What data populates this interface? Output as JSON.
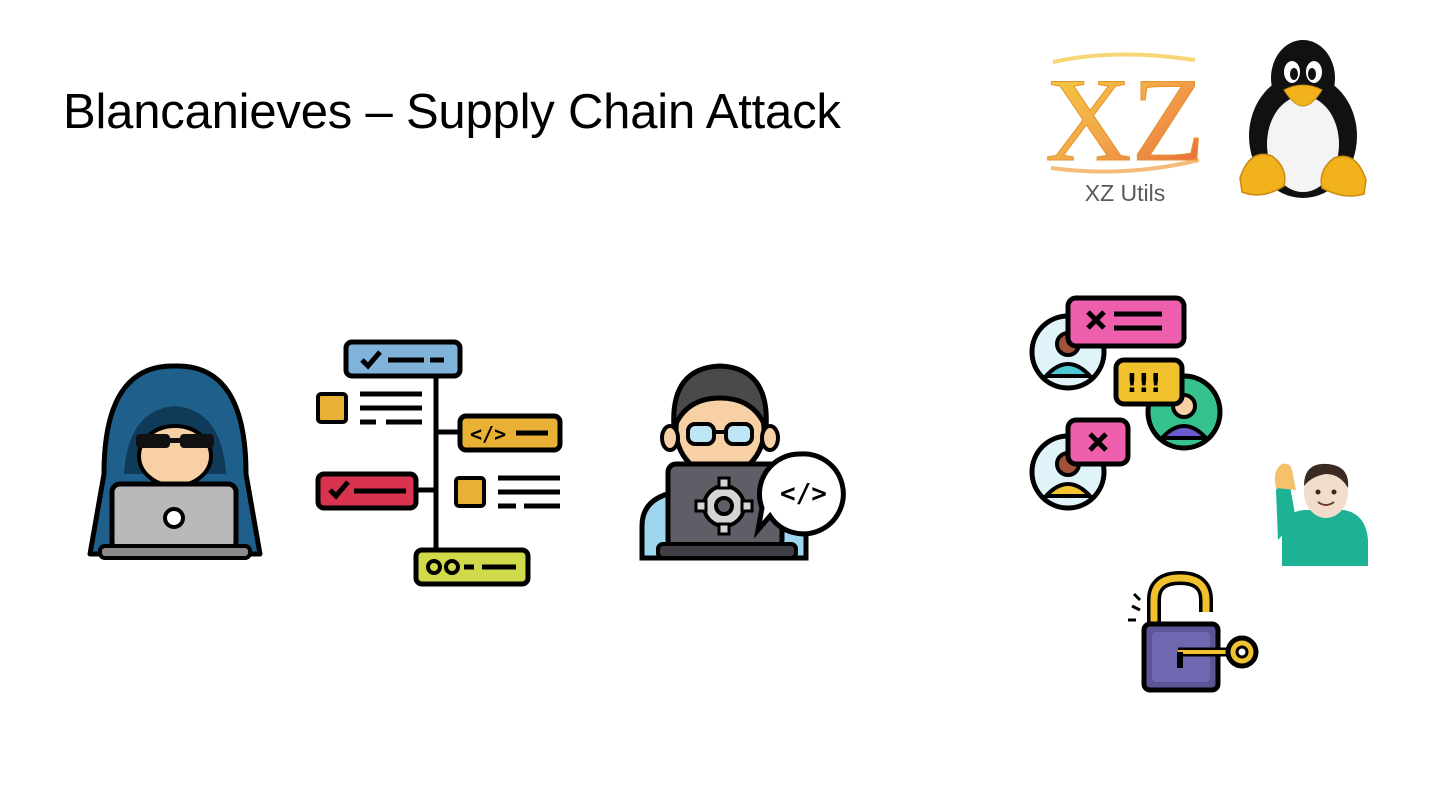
{
  "slide": {
    "title": "Blancanieves – Supply Chain Attack"
  },
  "xz": {
    "logo_text": "XZ",
    "caption": "XZ Utils"
  },
  "icons": {
    "hacker": "hooded-hacker-icon",
    "workflow": "code-workflow-icon",
    "developer": "developer-laptop-icon",
    "linux": "tux-penguin-icon",
    "conflict": "user-conflict-icon",
    "volunteer": "person-raising-hand-icon",
    "unlock": "unlocked-padlock-key-icon"
  }
}
